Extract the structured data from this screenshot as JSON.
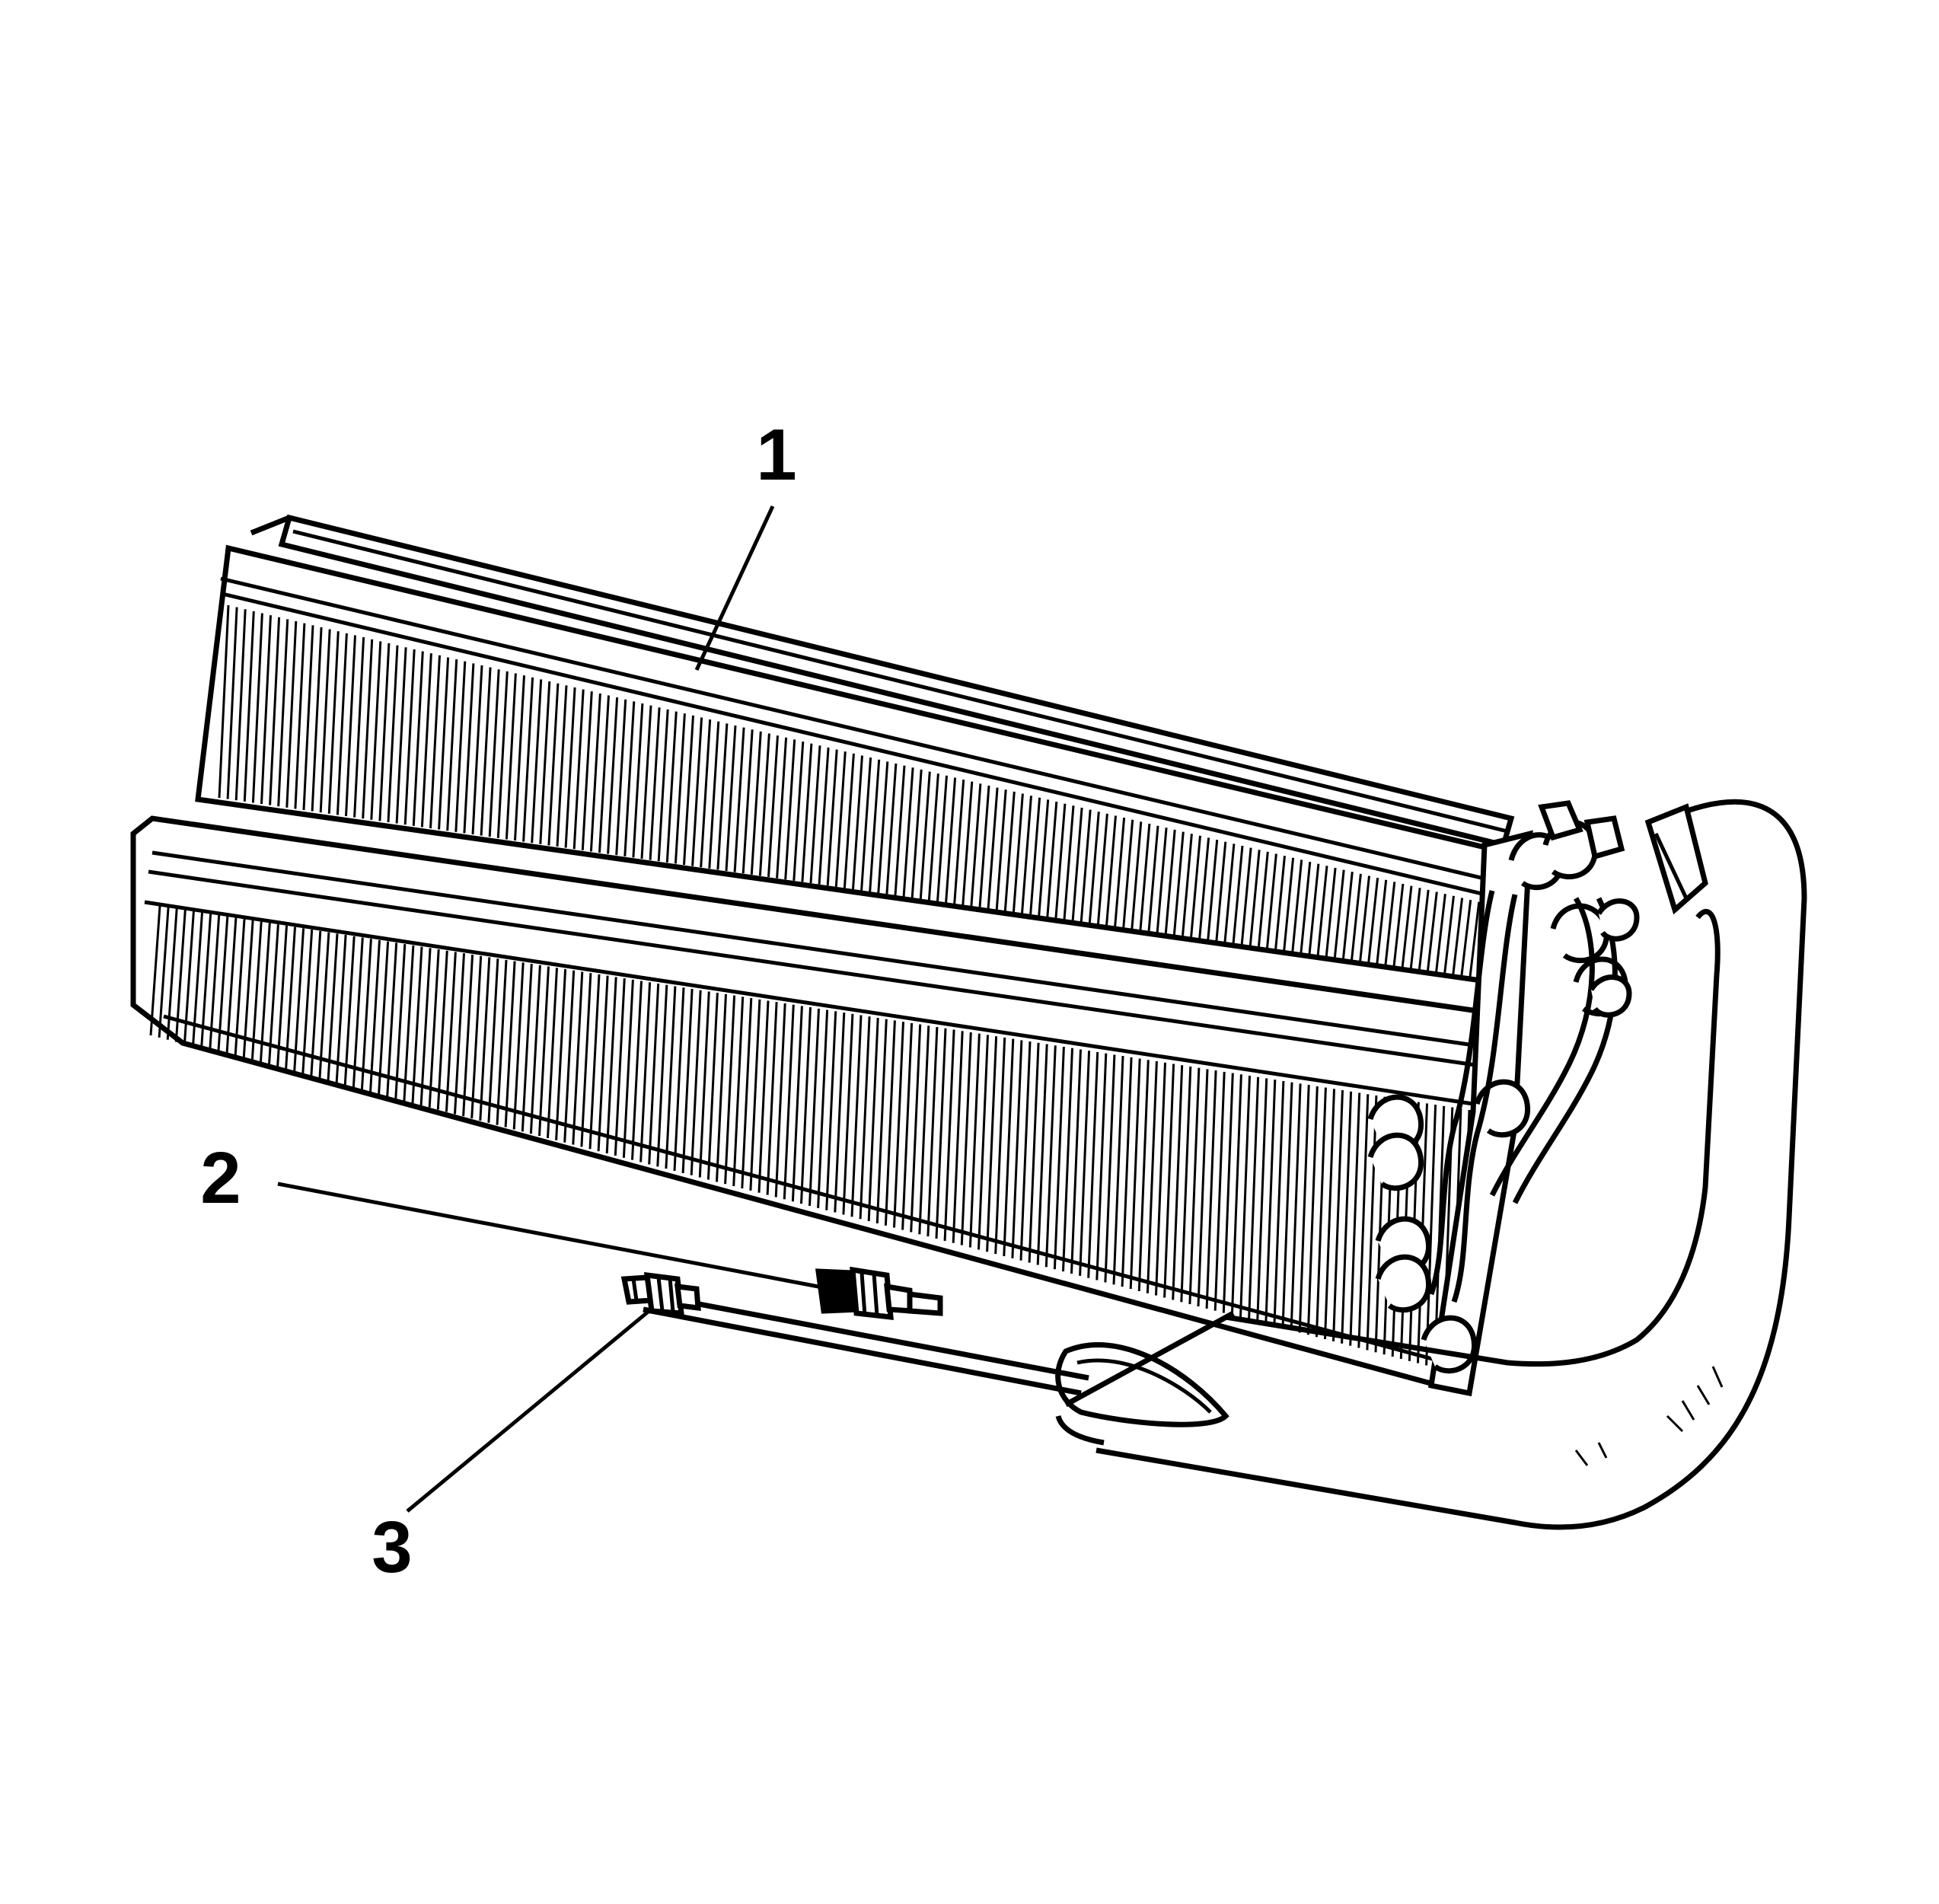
{
  "figure": {
    "type": "exploded-part-illustration",
    "subject": "evaporator core",
    "ink_color": "#000000",
    "background_color": "#ffffff"
  },
  "callouts": [
    {
      "id": "1",
      "label": "1",
      "points_to": "evaporator-core"
    },
    {
      "id": "2",
      "label": "2",
      "points_to": "expansion-tube-fitting"
    },
    {
      "id": "3",
      "label": "3",
      "points_to": "liquid-line-connector"
    }
  ]
}
